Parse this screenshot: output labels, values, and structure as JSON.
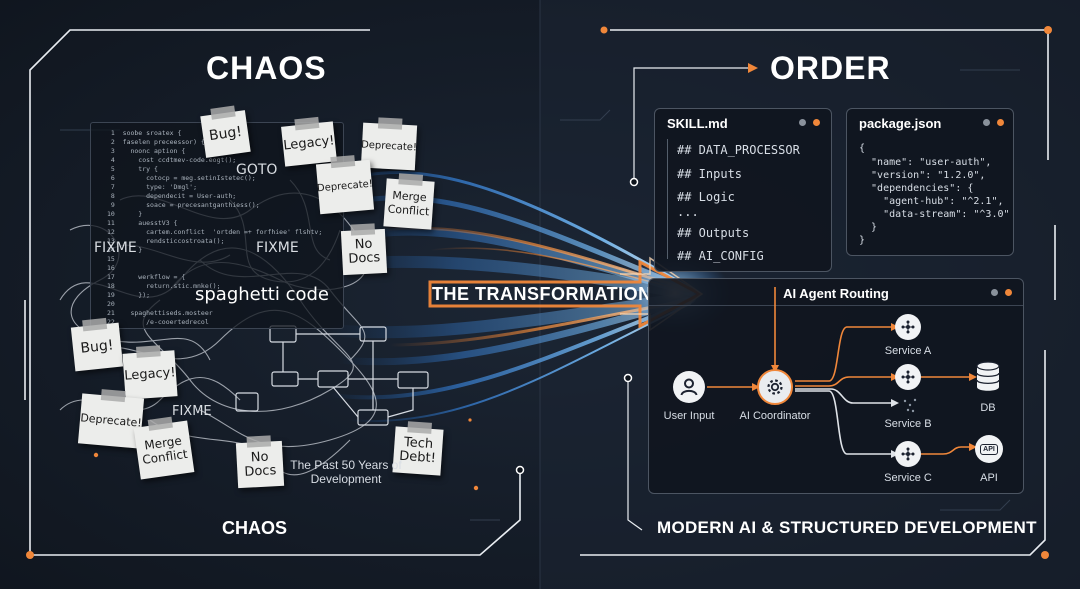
{
  "left": {
    "heading": "CHAOS",
    "footer": "CHAOS",
    "code_lines": [
      "soobe sroatex {",
      "faselen preceessor) {",
      "  noonc aption {",
      "    cost ccdtmev-code.eogt();",
      "    try {",
      "      cotocp = meg.setinIstetec();",
      "      type: 'Dmgl';",
      "      dependecit = User-auth;",
      "      soace = precesantganthiess();",
      "    }",
      "    auesstV3 {",
      "      cartem.conflict  'ortden =+ forfhiee' flshtv;",
      "      rendsticcostroata();",
      "    }",
      "",
      "",
      "    werkflow = {",
      "      return.stic.mnke();",
      "    });",
      "",
      "  spaghettiseds.mosteer",
      "      /e-cooertedrecol"
    ],
    "notes": [
      "Bug!",
      "Legacy!",
      "Deprecate!",
      "Deprecate!",
      "Merge Conflict",
      "No Docs",
      "Bug!",
      "Legacy!",
      "Deprecate!",
      "Merge Conflict",
      "No Docs",
      "Tech Debt!"
    ],
    "scrawls": [
      "GOTO",
      "FIXME",
      "FIXME",
      "spaghetti code",
      "FIXME"
    ],
    "caption": "The Past 50 Years of Development"
  },
  "center": {
    "label": "THE TRANSFORMATION"
  },
  "right": {
    "heading": "ORDER",
    "footer": "MODERN AI & STRUCTURED DEVELOPMENT",
    "skill_panel": {
      "title": "SKILL.md",
      "lines": [
        "## DATA_PROCESSOR",
        "## Inputs",
        "## Logic",
        "...",
        "## Outputs",
        "## AI_CONFIG"
      ]
    },
    "package_panel": {
      "title": "package.json",
      "lines": [
        "{",
        "  \"name\": \"user-auth\",",
        "  \"version\": \"1.2.0\",",
        "  \"dependencies\": {",
        "    \"agent-hub\": \"^2.1\",",
        "    \"data-stream\": \"^3.0\"",
        "  }",
        "}"
      ]
    },
    "routing_panel": {
      "title": "AI Agent Routing",
      "nodes": {
        "user_input": "User Input",
        "coordinator": "AI Coordinator",
        "service_a": "Service A",
        "service_b": "Service B",
        "service_c": "Service C",
        "db": "DB",
        "api": "API",
        "api_icon_text": "API"
      }
    }
  },
  "colors": {
    "accent_orange": "#f0873a",
    "accent_blue": "#4aa8ff",
    "panel_border": "#4c5562"
  }
}
